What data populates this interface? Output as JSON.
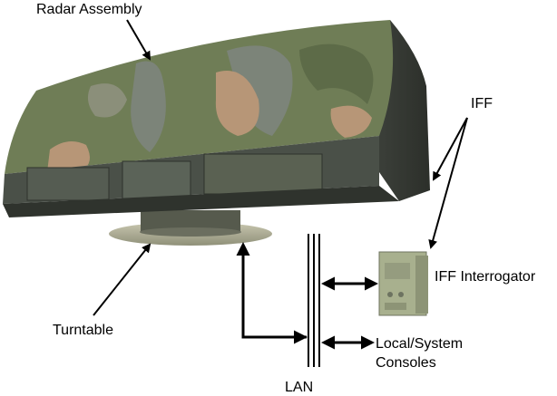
{
  "labels": {
    "radar_assembly": "Radar Assembly",
    "iff": "IFF",
    "iff_interrogator": "IFF Interrogator",
    "turntable": "Turntable",
    "local_system_line1": "Local/System",
    "local_system_line2": "Consoles",
    "lan": "LAN"
  },
  "colors": {
    "camo_green": "#6f7d56",
    "camo_tan": "#b79677",
    "camo_grey": "#7c8479",
    "panel_dark": "#4a5048",
    "interrogator": "#a8b08e",
    "line": "#000000"
  }
}
